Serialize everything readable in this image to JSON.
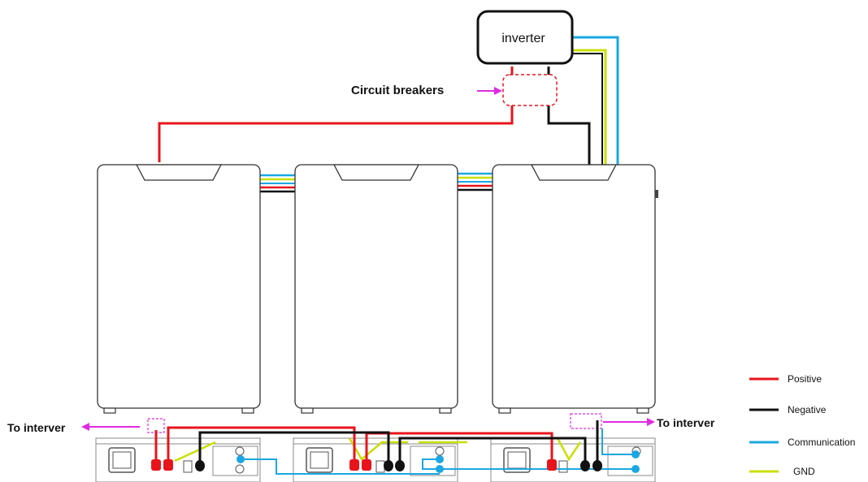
{
  "inverter": {
    "label": "inverter"
  },
  "breakers": {
    "label": "Circuit breakers"
  },
  "arrows": {
    "left": "To interver",
    "right": "To interver"
  },
  "legend": [
    {
      "label": "Positive",
      "color": "#e8141b"
    },
    {
      "label": "Negative",
      "color": "#111111"
    },
    {
      "label": "Communication",
      "color": "#1ba7e2"
    },
    {
      "label": "GND",
      "color": "#c8e000"
    }
  ],
  "colors": {
    "accent": "#e02ae0",
    "positive": "#e8141b",
    "negative": "#111111",
    "communication": "#1ba7e2",
    "gnd": "#c8e000"
  }
}
